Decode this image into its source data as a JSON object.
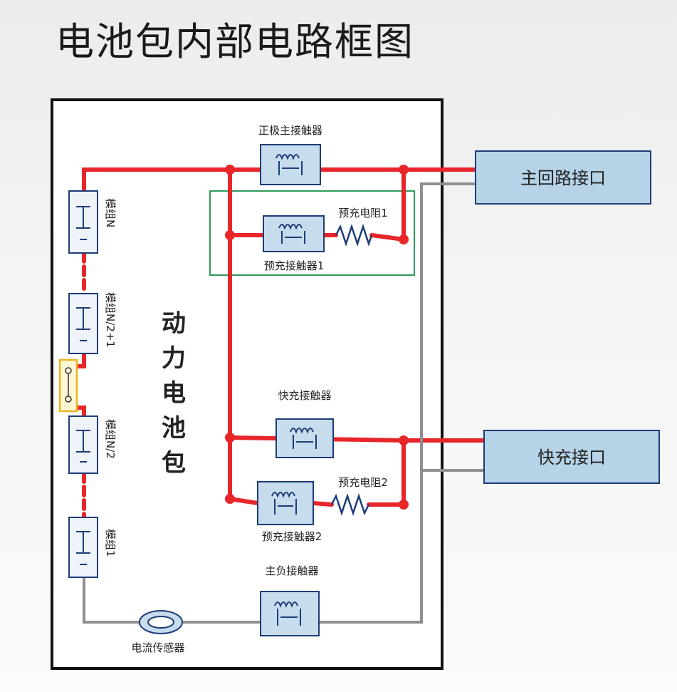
{
  "title": "电池包内部电路框图",
  "pack_label": [
    "动",
    "力",
    "电",
    "池",
    "包"
  ],
  "modules": {
    "n": "模组N",
    "n2p1": "模组N/2+1",
    "n2": "模组N/2",
    "m1": "模组1"
  },
  "components": {
    "pos_main_contactor": "正极主接触器",
    "precharge_contactor_1": "预充接触器1",
    "precharge_resistor_1": "预充电阻1",
    "fast_charge_contactor": "快充接触器",
    "precharge_resistor_2": "预充电阻2",
    "precharge_contactor_2": "预充接触器2",
    "neg_main_contactor": "主负接触器",
    "current_sensor": "电流传感器"
  },
  "interfaces": {
    "main_loop": "主回路接口",
    "fast_charge": "快充接口"
  },
  "colors": {
    "wire_positive": "#e8262a",
    "wire_negative": "#8f8f8f",
    "precharge_box": "#2e9b5a",
    "component_fill": "#c7dcec",
    "component_stroke": "#1e3c78",
    "interface_fill": "#b6d3e7",
    "service_switch": "#e6b520"
  }
}
